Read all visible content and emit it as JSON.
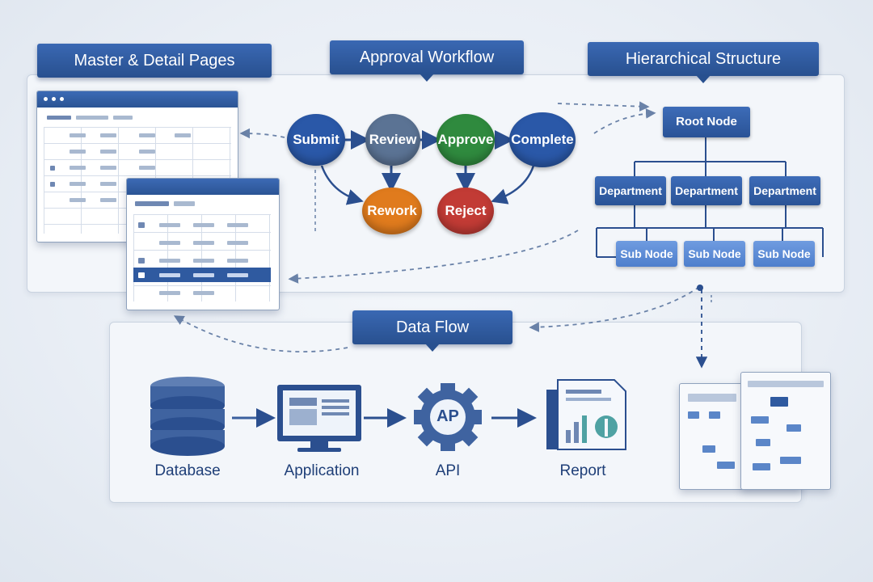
{
  "sections": {
    "master_detail": "Master & Detail Pages",
    "approval": "Approval Workflow",
    "hierarchy": "Hierarchical Structure",
    "dataflow": "Data Flow"
  },
  "workflow": {
    "submit": "Submit",
    "review": "Review",
    "approve": "Approve",
    "complete": "Complete",
    "rework": "Rework",
    "reject": "Reject"
  },
  "tree": {
    "root": "Root Node",
    "departments": [
      "Department",
      "Department",
      "Department"
    ],
    "subnodes": [
      "Sub Node",
      "Sub Node",
      "Sub Node"
    ]
  },
  "flow": {
    "database": "Database",
    "application": "Application",
    "api": "API",
    "api_badge": "AP",
    "report": "Report"
  },
  "colors": {
    "primary": "#2f5aa0",
    "submit": "#2a58a8",
    "review": "#5b7394",
    "approve": "#2f8a3e",
    "complete": "#2a58a8",
    "rework": "#e07b1d",
    "reject": "#c23b35"
  }
}
